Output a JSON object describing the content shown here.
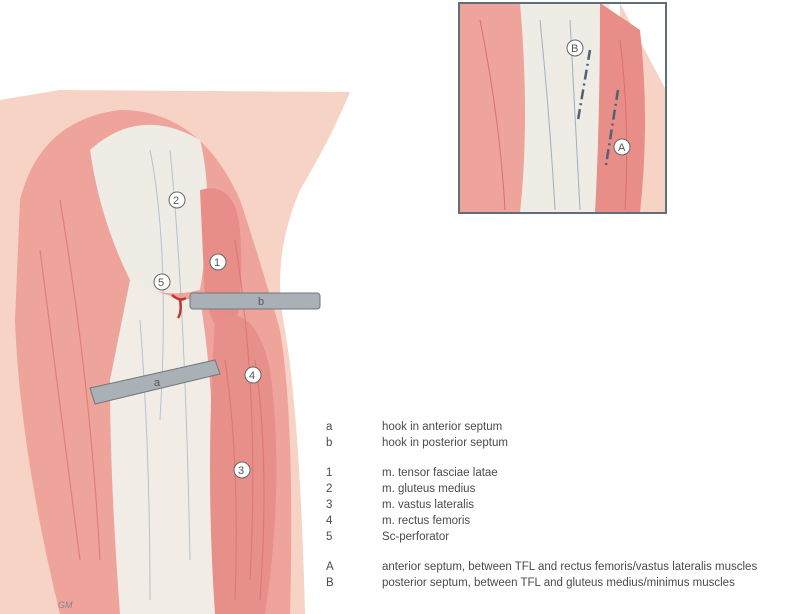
{
  "figure": {
    "labels": {
      "a": "a",
      "b": "b",
      "n1": "1",
      "n2": "2",
      "n3": "3",
      "n4": "4",
      "n5": "5",
      "A": "A",
      "B": "B"
    },
    "signature": "GM"
  },
  "legend": {
    "hooks": [
      {
        "key": "a",
        "text": "hook in anterior septum"
      },
      {
        "key": "b",
        "text": "hook in posterior septum"
      }
    ],
    "muscles": [
      {
        "key": "1",
        "text": "m. tensor fasciae latae"
      },
      {
        "key": "2",
        "text": "m. gluteus medius"
      },
      {
        "key": "3",
        "text": "m. vastus lateralis"
      },
      {
        "key": "4",
        "text": "m. rectus femoris"
      },
      {
        "key": "5",
        "text": "Sc-perforator"
      }
    ],
    "septa": [
      {
        "key": "A",
        "text": "anterior septum, between TFL and rectus femoris/vastus lateralis muscles"
      },
      {
        "key": "B",
        "text": "posterior septum, between TFL and gluteus medius/minimus muscles"
      }
    ]
  },
  "colors": {
    "skin": "#f6d3c4",
    "muscle": "#ec9a93",
    "fascia": "#eeeae4",
    "hook": "#a9b0b5",
    "frame": "#5f6e78"
  }
}
